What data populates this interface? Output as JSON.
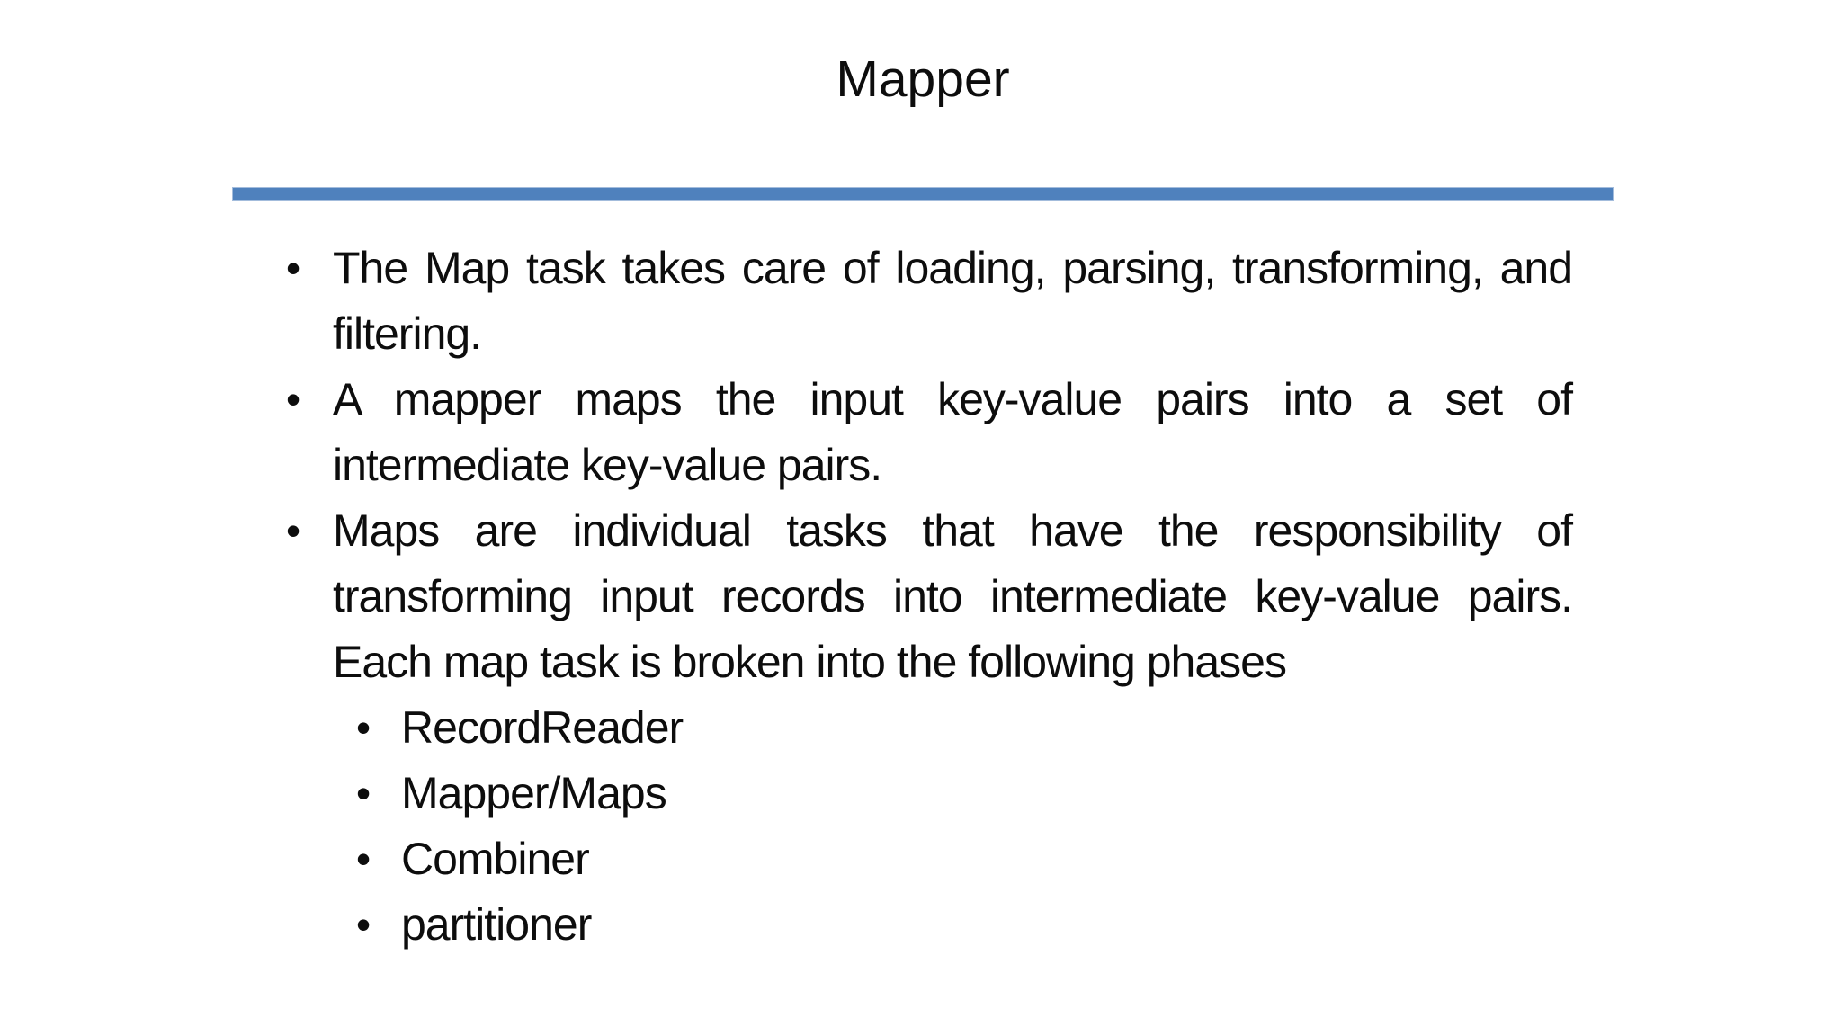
{
  "slide": {
    "title": "Mapper",
    "accent_color": "#4F81BD",
    "text_color": "#0d0d0d",
    "background_color": "#ffffff",
    "bullets": [
      {
        "level": 1,
        "text": "The Map task takes care of loading, parsing, transforming, and filtering."
      },
      {
        "level": 1,
        "text": "A mapper maps the input key-value pairs into a set of intermediate key-value pairs."
      },
      {
        "level": 1,
        "text": "Maps are individual tasks that have the responsibility of transforming input records into intermediate key-value pairs. Each map task is broken into the following phases"
      },
      {
        "level": 2,
        "text": "RecordReader"
      },
      {
        "level": 2,
        "text": "Mapper/Maps"
      },
      {
        "level": 2,
        "text": "Combiner"
      },
      {
        "level": 2,
        "text": "partitioner"
      }
    ]
  }
}
